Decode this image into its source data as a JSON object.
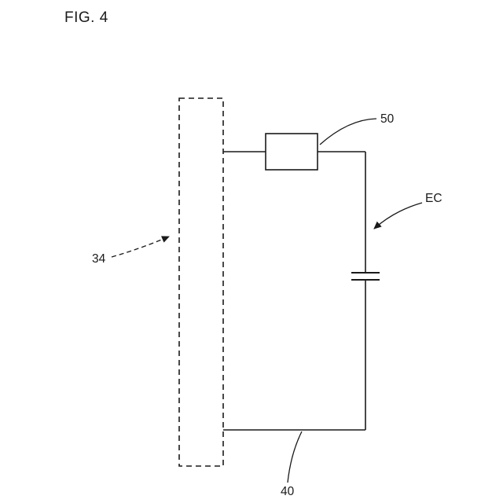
{
  "figure": {
    "title": "FIG. 4",
    "labels": {
      "component_box": "50",
      "dashed_panel": "34",
      "bottom_conductor": "40",
      "circuit": "EC"
    },
    "colors": {
      "line": "#1a1a1a",
      "background": "#ffffff"
    }
  }
}
